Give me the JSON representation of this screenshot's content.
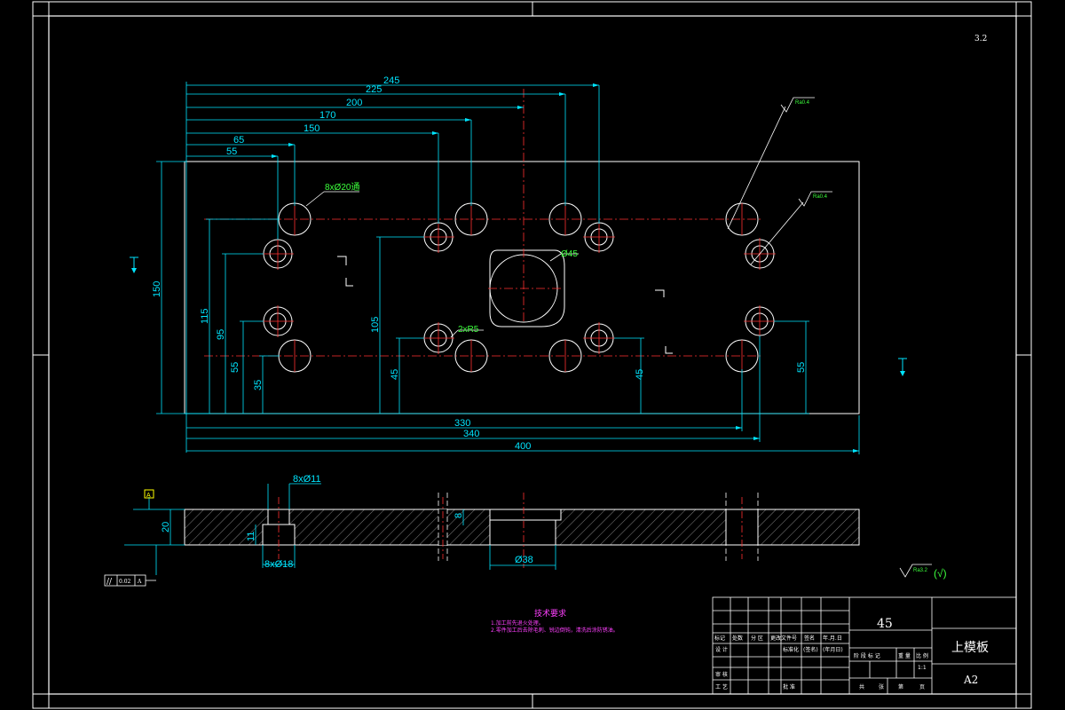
{
  "sheet": {
    "corner_label": "3.2"
  },
  "top_view": {
    "horizontal_dims": [
      "245",
      "225",
      "200",
      "170",
      "150",
      "65",
      "55"
    ],
    "bottom_dims": [
      "330",
      "340",
      "400"
    ],
    "left_dims": [
      "150",
      "115",
      "95",
      "55",
      "35",
      "105",
      "45"
    ],
    "right_dims": [
      "45",
      "55"
    ],
    "callouts": {
      "bolt_holes": "8xØ20通",
      "center_hole": "Ø45",
      "slot_radius": "2xR5",
      "roughness_a": "Ra0.4",
      "roughness_b": "Ra0.4"
    }
  },
  "section_view": {
    "callouts": {
      "top_holes": "8xØ11",
      "bottom_holes": "8xØ18",
      "thickness": "20",
      "counterbore_depth": "11",
      "recess_depth": "8",
      "recess_width": "Ø38",
      "datum": "A",
      "flatness_symbol": "//",
      "flatness_value": "0.02",
      "flatness_datum": "A"
    }
  },
  "general_roughness": {
    "value": "Ra3.2",
    "paren": "(√)"
  },
  "tech_requirements": {
    "title": "技术要求",
    "line1": "1.加工前先退火处理。",
    "line2": "2.零件加工后去除毛刺、锐边倒钝，清洗后涂防锈油。"
  },
  "title_block": {
    "material": "45",
    "part_name": "上模板",
    "sheet_size": "A2",
    "scale": "1:1",
    "headers": [
      "标记",
      "处数",
      "分 区",
      "更改文件号",
      "签名",
      "年.月.日"
    ],
    "row_labels": [
      "设 计",
      "审 核",
      "工 艺"
    ],
    "standardize": "标准化",
    "sign": "(签名)",
    "date": "(年月日)",
    "approve": "批 准",
    "stage_headers": [
      "阶 段 标 记",
      "重 量",
      "比 例"
    ],
    "sheets": [
      "共",
      "张",
      "第",
      "页"
    ]
  }
}
